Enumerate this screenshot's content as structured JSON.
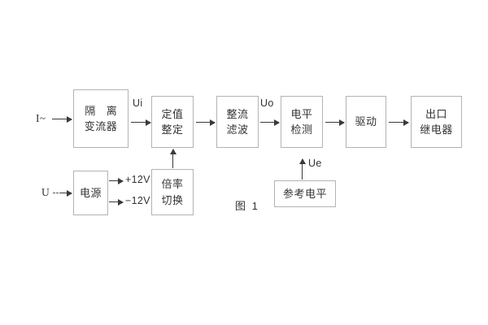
{
  "figure": {
    "caption": "图 1",
    "blocks": [
      {
        "id": "isolation-transformer",
        "lines": [
          "隔 离",
          "变流器"
        ]
      },
      {
        "id": "setting-value",
        "lines": [
          "定值",
          "整定"
        ]
      },
      {
        "id": "rectifier-filter",
        "lines": [
          "整流",
          "滤波"
        ]
      },
      {
        "id": "level-detection",
        "lines": [
          "电平",
          "检测"
        ]
      },
      {
        "id": "driver",
        "lines": [
          "驱动"
        ]
      },
      {
        "id": "output-relay",
        "lines": [
          "出口",
          "继电器"
        ]
      },
      {
        "id": "power-supply",
        "lines": [
          "电源"
        ]
      },
      {
        "id": "multiplier-switch",
        "lines": [
          "倍率",
          "切换"
        ]
      },
      {
        "id": "reference-level",
        "lines": [
          "参考电平"
        ]
      }
    ],
    "signals": {
      "current_input": "I~",
      "voltage_input": "U",
      "ui": "Ui",
      "uo": "Uo",
      "ue": "Ue",
      "rail_positive": "+12V",
      "rail_negative": "−12V"
    },
    "colors": {
      "box_border": "#b3b3b3",
      "arrow": "#3a3a3a",
      "text": "#333333",
      "background": "#ffffff"
    }
  }
}
